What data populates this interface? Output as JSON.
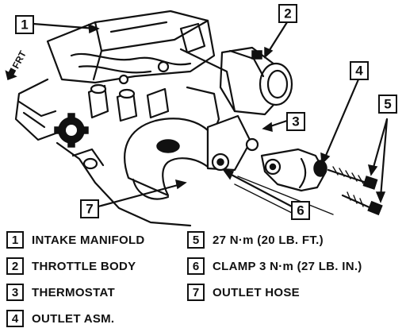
{
  "orientation_label": "FRT",
  "callouts": [
    {
      "number": "1",
      "label": "INTAKE MANIFOLD"
    },
    {
      "number": "2",
      "label": "THROTTLE BODY"
    },
    {
      "number": "3",
      "label": "THERMOSTAT"
    },
    {
      "number": "4",
      "label": "OUTLET ASM."
    },
    {
      "number": "5",
      "label": "27 N·m (20 LB. FT.)"
    },
    {
      "number": "6",
      "label": "CLAMP 3 N·m (27 LB. IN.)"
    },
    {
      "number": "7",
      "label": "OUTLET HOSE"
    }
  ]
}
